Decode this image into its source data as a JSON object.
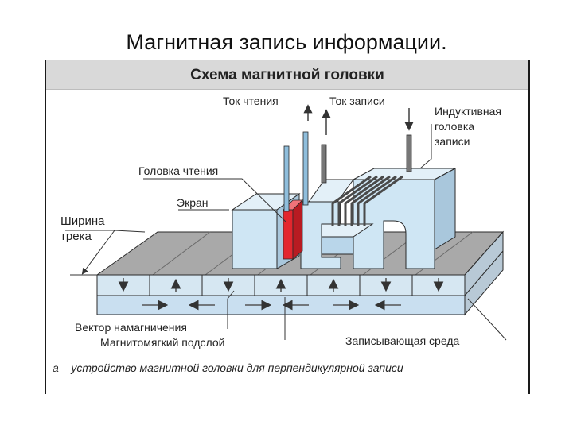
{
  "slide": {
    "title": "Магнитная запись информации."
  },
  "figure": {
    "header": "Схема магнитной головки",
    "labels": {
      "read_current": "Ток чтения",
      "write_current": "Ток записи",
      "inductive_head_l1": "Индуктивная",
      "inductive_head_l2": "головка",
      "inductive_head_l3": "записи",
      "read_head": "Головка чтения",
      "screen": "Экран",
      "track_width_l1": "Ширина",
      "track_width_l2": "трека",
      "magnetization_vector": "Вектор намагничения",
      "soft_underlayer": "Магнитомягкий подслой",
      "recording_medium": "Записывающая среда"
    },
    "caption": "а – устройство магнитной головки для перпендикулярной записи"
  },
  "colors": {
    "head_body": "#cfe6f4",
    "head_edge": "#2a2a2a",
    "medium_top": "#a8a8a8",
    "medium_front": "#d6e7f2",
    "read_element": "#e3262e",
    "coil": "#555555",
    "lead_blue": "#8fbedc"
  },
  "magnetization": {
    "cells": [
      "down",
      "up",
      "down",
      "up",
      "up",
      "down",
      "down"
    ]
  }
}
